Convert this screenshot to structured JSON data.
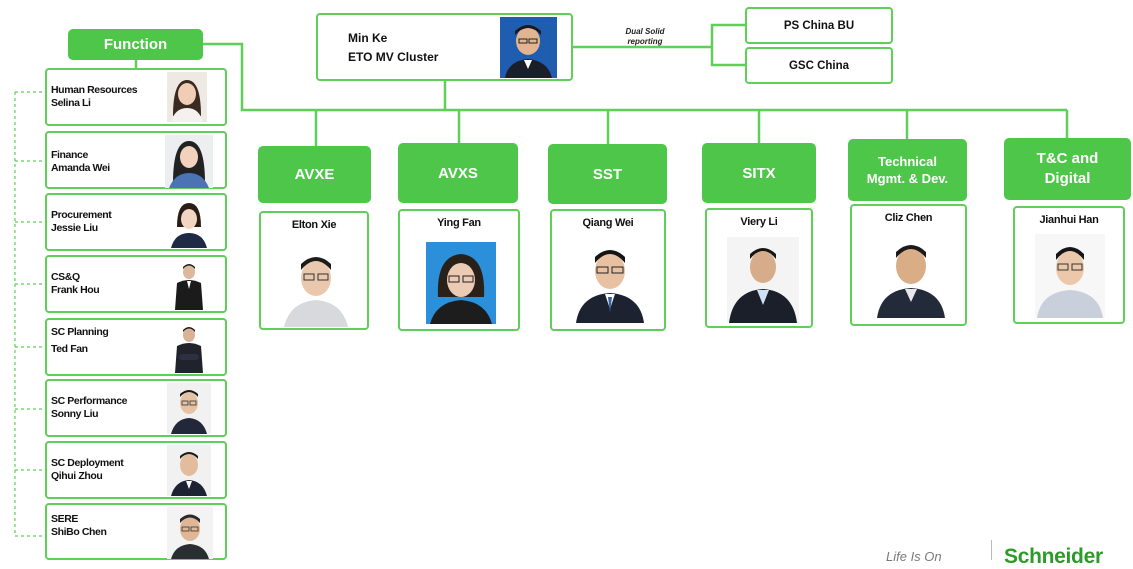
{
  "head": {
    "name": "Min Ke",
    "title": "ETO MV Cluster"
  },
  "reporting": {
    "note": "Dual Solid reporting",
    "targets": [
      "PS China BU",
      "GSC China"
    ]
  },
  "function": {
    "label": "Function",
    "members": [
      {
        "role": "Human Resources",
        "name": "Selina Li"
      },
      {
        "role": "Finance",
        "name": "Amanda Wei"
      },
      {
        "role": "Procurement",
        "name": "Jessie Liu"
      },
      {
        "role": "CS&Q",
        "name": "Frank Hou"
      },
      {
        "role": "SC Planning",
        "name": "Ted Fan"
      },
      {
        "role": "SC Performance",
        "name": "Sonny Liu"
      },
      {
        "role": "SC Deployment",
        "name": "Qihui Zhou"
      },
      {
        "role": "SERE",
        "name": "ShiBo Chen"
      }
    ]
  },
  "business_units": [
    {
      "label": "AVXE",
      "leader": "Elton Xie"
    },
    {
      "label": "AVXS",
      "leader": "Ying Fan"
    },
    {
      "label": "SST",
      "leader": "Qiang Wei"
    },
    {
      "label": "SITX",
      "leader": "Viery Li"
    },
    {
      "label": "Technical Mgmt. & Dev.",
      "leader": "Cliz Chen"
    },
    {
      "label": "T&C and Digital",
      "leader": "Jianhui Han"
    }
  ],
  "footer": {
    "tagline": "Life Is On",
    "brand": "Schneider"
  },
  "colors": {
    "accent": "#4ec64a",
    "border": "#5fcf5a",
    "brand": "#2d9b2a"
  }
}
